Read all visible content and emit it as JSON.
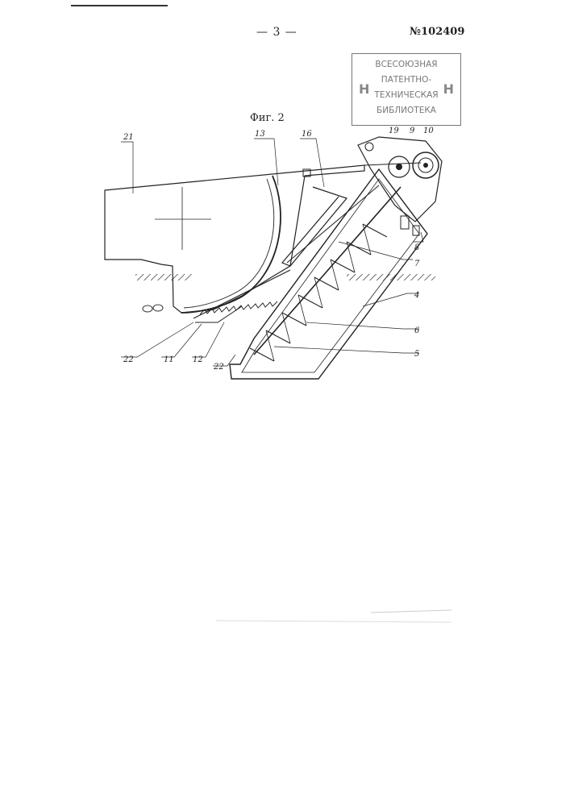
{
  "header": {
    "page_number": "— 3 —",
    "patent_number": "№102409"
  },
  "stamp": {
    "lines": [
      "ВСЕСОЮЗНАЯ",
      "ПАТЕНТНО-",
      "ТЕХНИЧЕСКАЯ",
      "БИБЛИОТЕКА"
    ],
    "mark_left": "Н",
    "mark_right": "Н"
  },
  "figure": {
    "caption": "Фиг. 2",
    "labels": {
      "l21": "21",
      "l13": "13",
      "l16": "16",
      "l19": "19",
      "l9": "9",
      "l10": "10",
      "l8": "8",
      "l7": "7",
      "l4": "4",
      "l6": "6",
      "l5": "5",
      "l22a": "22",
      "l11": "11",
      "l12": "12",
      "l22b": "22"
    }
  }
}
